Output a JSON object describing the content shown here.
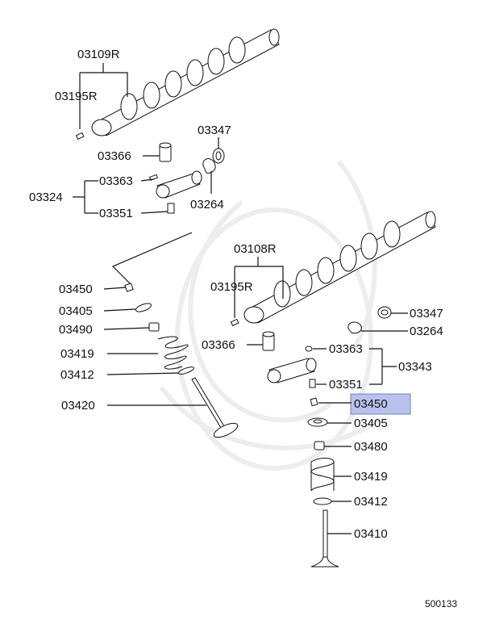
{
  "colors": {
    "highlight_fill": "#b8c2ec",
    "highlight_stroke": "#6f7fc4",
    "part_fill": "#ffffff",
    "part_shadow": "#9a9a9a",
    "watermark": "#ececec"
  },
  "callouts": {
    "c03109R": "03109R",
    "c03195R_top": "03195R",
    "c03347_top": "03347",
    "c03366_top": "03366",
    "c03363_top": "03363",
    "c03324": "03324",
    "c03351_top": "03351",
    "c03264_top": "03264",
    "c03108R": "03108R",
    "c03195R_mid": "03195R",
    "c03450_left": "03450",
    "c03405_left": "03405",
    "c03490": "03490",
    "c03419_left": "03419",
    "c03412_left": "03412",
    "c03420": "03420",
    "c03347_right": "03347",
    "c03264_right": "03264",
    "c03366_mid": "03366",
    "c03363_mid": "03363",
    "c03343": "03343",
    "c03351_mid": "03351",
    "c03450_right": "03450",
    "c03405_right": "03405",
    "c03480": "03480",
    "c03419_right": "03419",
    "c03412_right": "03412",
    "c03410": "03410"
  },
  "diagram_number": "500133",
  "highlighted_part": "03450"
}
